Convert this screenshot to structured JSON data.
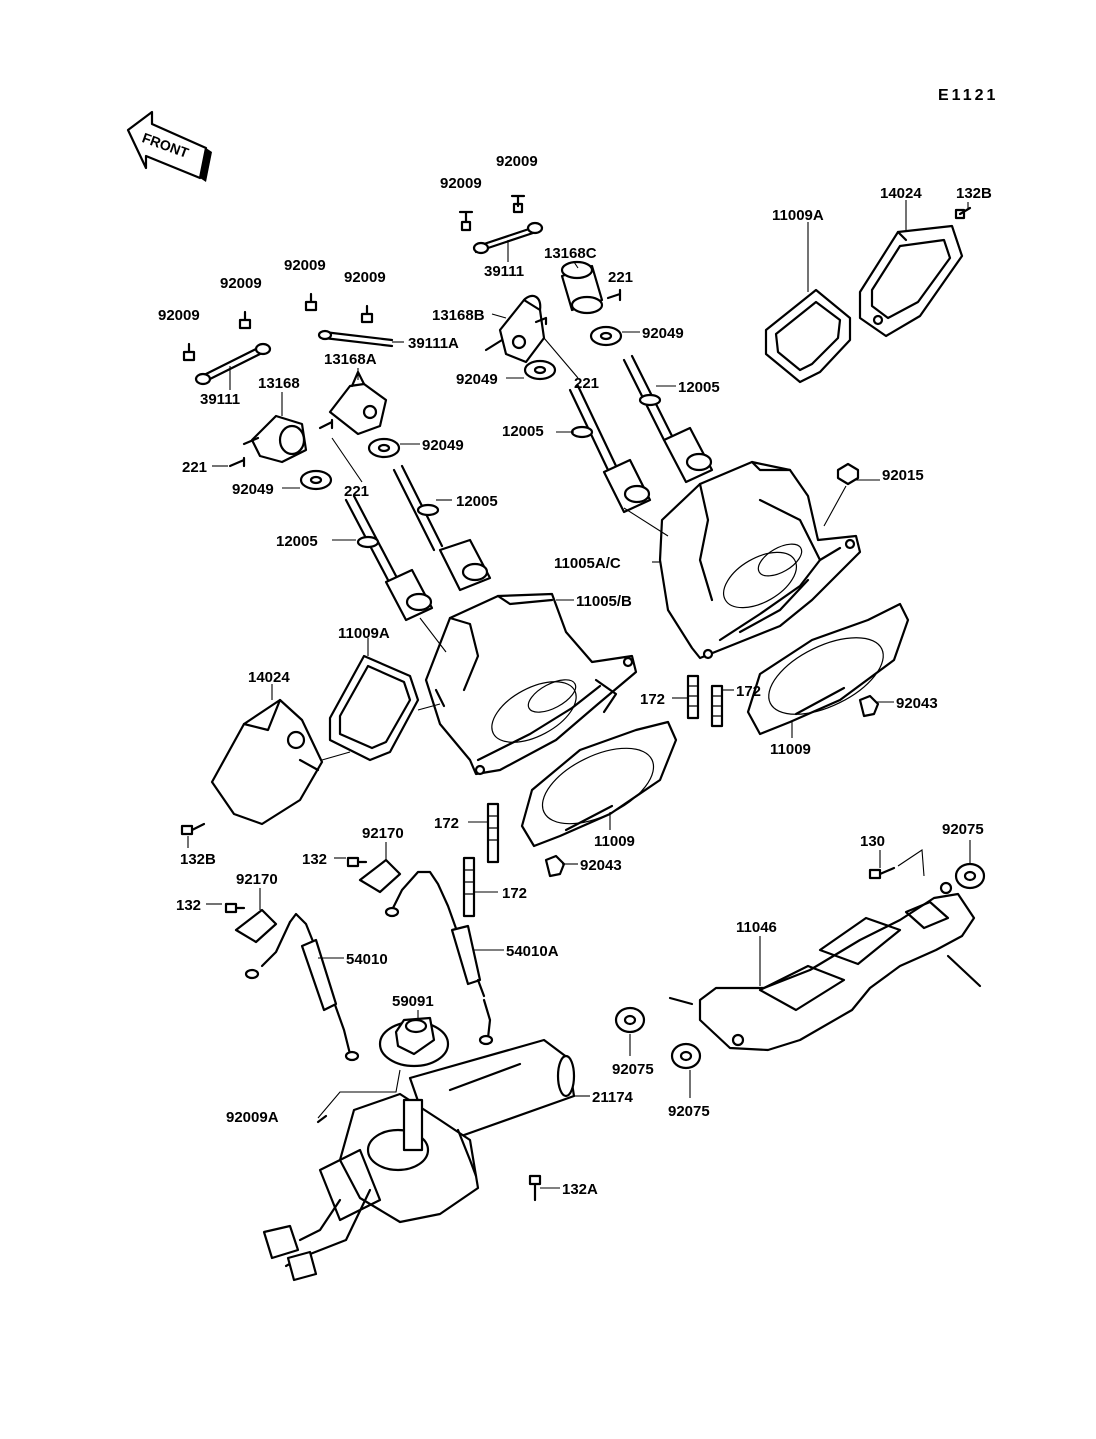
{
  "diagram_id": "E1121",
  "direction_label": "FRONT",
  "labels": {
    "l01": "92009",
    "l02": "92009",
    "l03": "39111",
    "l04": "13168C",
    "l05": "221",
    "l06": "13168B",
    "l07": "92049",
    "l08": "92049",
    "l09": "221",
    "l10": "12005",
    "l11": "14024",
    "l12": "132B",
    "l13": "11009A",
    "l14": "92009",
    "l15": "92009",
    "l16": "92009",
    "l17": "92009",
    "l18": "39111A",
    "l19": "39111",
    "l20": "13168A",
    "l21": "13168",
    "l22": "92049",
    "l23": "221",
    "l24": "92049",
    "l25": "221",
    "l26": "12005",
    "l27": "12005",
    "l28": "12005",
    "l29": "92015",
    "l30": "11005A/C",
    "l31": "11005/B",
    "l32": "11009A",
    "l33": "14024",
    "l34": "172",
    "l35": "172",
    "l36": "92043",
    "l37": "11009",
    "l38": "132B",
    "l39": "172",
    "l40": "11009",
    "l41": "92043",
    "l42": "172",
    "l43": "92170",
    "l44": "132",
    "l45": "92170",
    "l46": "132",
    "l47": "54010",
    "l48": "54010A",
    "l49": "130",
    "l50": "92075",
    "l51": "11046",
    "l52": "59091",
    "l53": "92075",
    "l54": "92075",
    "l55": "92009A",
    "l56": "21174",
    "l57": "132A"
  }
}
